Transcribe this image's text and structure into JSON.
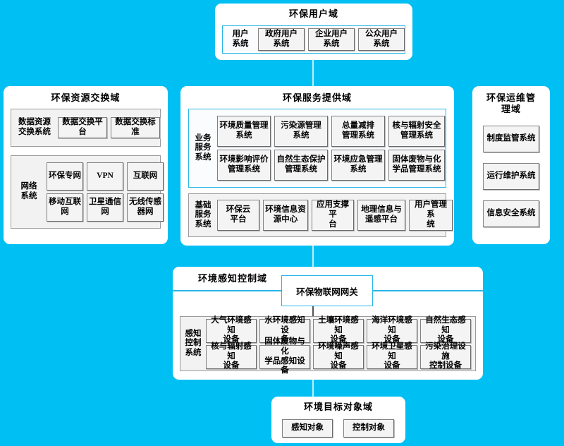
{
  "diagram": {
    "background_color": "#00bff3",
    "accent_color": "#29b6e8"
  },
  "user_domain": {
    "title": "环保用户域",
    "group_label": "用户\n系统",
    "items": [
      "政府用户\n系统",
      "企业用户\n系统",
      "公众用户\n系统"
    ]
  },
  "resource_domain": {
    "title": "环保资源交换域",
    "groups": [
      {
        "label": "数据资源\n交换系统",
        "rows": [
          [
            "数据交换平台",
            "数据交换标准"
          ]
        ]
      },
      {
        "label": "网络\n系统",
        "rows": [
          [
            "环保专网",
            "VPN",
            "互联网"
          ],
          [
            "移动互联\n网",
            "卫星通信\n网",
            "无线传感\n器网"
          ]
        ]
      }
    ]
  },
  "service_domain": {
    "title": "环保服务提供域",
    "groups": [
      {
        "label": "业务\n服务\n系统",
        "rows": [
          [
            "环境质量管理\n系统",
            "污染源管理\n系统",
            "总量减排\n管理系统",
            "核与辐射安全\n管理系统"
          ],
          [
            "环境影响评价\n管理系统",
            "自然生态保护\n管理系统",
            "环境应急管理\n系统",
            "固体废物与化\n学品管理系统"
          ]
        ]
      },
      {
        "label": "基础\n服务\n系统",
        "rows": [
          [
            "环保云\n平台",
            "环境信息资\n源中心",
            "应用支撑平\n台",
            "地理信息与\n遥感平台",
            "用户管理系\n统"
          ]
        ]
      }
    ]
  },
  "ops_domain": {
    "title": "环保运维管\n理域",
    "items": [
      "制度监管系统",
      "运行维护系统",
      "信息安全系统"
    ]
  },
  "sensing_domain": {
    "title": "环境感知控制域",
    "gateway": "环保物联网网关",
    "group_label": "感知\n控制\n系统",
    "rows": [
      [
        "大气环境感知\n设备",
        "水环境感知设\n备",
        "土壤环境感知\n设备",
        "海洋环境感知\n设备",
        "自然生态感知\n设备"
      ],
      [
        "核与辐射感知\n设备",
        "固体废物与化\n学品感知设备",
        "环境噪声感知\n设备",
        "环境卫星感知\n设备",
        "污染治理设施\n控制设备"
      ]
    ]
  },
  "target_domain": {
    "title": "环境目标对象域",
    "items": [
      "感知对象",
      "控制对象"
    ]
  }
}
